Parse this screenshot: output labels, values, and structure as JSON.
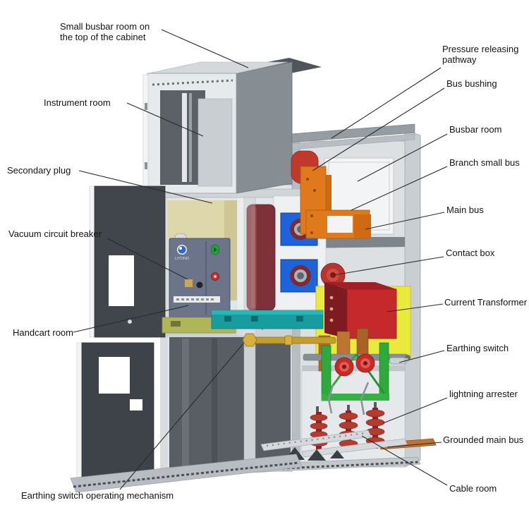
{
  "diagram": {
    "type": "switchgear-cabinet-cutaway",
    "labels": [
      {
        "id": "small-busbar-room",
        "text": "Small busbar room on the top of the cabinet"
      },
      {
        "id": "instrument-room",
        "text": "Instrument room"
      },
      {
        "id": "secondary-plug",
        "text": "Secondary plug"
      },
      {
        "id": "vacuum-circuit-breaker",
        "text": "Vacuum circuit breaker"
      },
      {
        "id": "handcart-room",
        "text": "Handcart room"
      },
      {
        "id": "earthing-switch-operating-mechanism",
        "text": "Earthing switch operating mechanism"
      },
      {
        "id": "pressure-releasing-pathway",
        "text": "Pressure releasing pathway"
      },
      {
        "id": "bus-bushing",
        "text": "Bus bushing"
      },
      {
        "id": "busbar-room",
        "text": "Busbar room"
      },
      {
        "id": "branch-small-bus",
        "text": "Branch small bus"
      },
      {
        "id": "main-bus",
        "text": "Main bus"
      },
      {
        "id": "contact-box",
        "text": "Contact box"
      },
      {
        "id": "current-transformer",
        "text": "Current Transformer"
      },
      {
        "id": "earthing-switch",
        "text": "Earthing switch"
      },
      {
        "id": "lightning-arrester",
        "text": "lightning arrester"
      },
      {
        "id": "grounded-main-bus",
        "text": "Grounded main bus"
      },
      {
        "id": "cable-room",
        "text": "Cable room"
      }
    ],
    "vcb": {
      "logo_text": "LiYOND"
    },
    "component_colors": {
      "bus_orange": "#e0791b",
      "copper": "#bf7433",
      "current_transformer_red": "#c6292c",
      "ct_frame_yellow": "#eaea3d",
      "earthing_switch_green": "#2fa83c",
      "lightning_arrester_red": "#b23c30",
      "insulator_blue": "#1f63da",
      "pole_maroon": "#7d3139",
      "vcb_panel_slate": "#6b7489",
      "handcart_base_olive": "#aeb659",
      "rail_teal": "#179da0",
      "shaft_gold": "#c49d2f",
      "cabinet_light": "#e3e6e8",
      "cabinet_dark_door": "#3f444a",
      "leader_line": "#2b2b2b"
    }
  }
}
